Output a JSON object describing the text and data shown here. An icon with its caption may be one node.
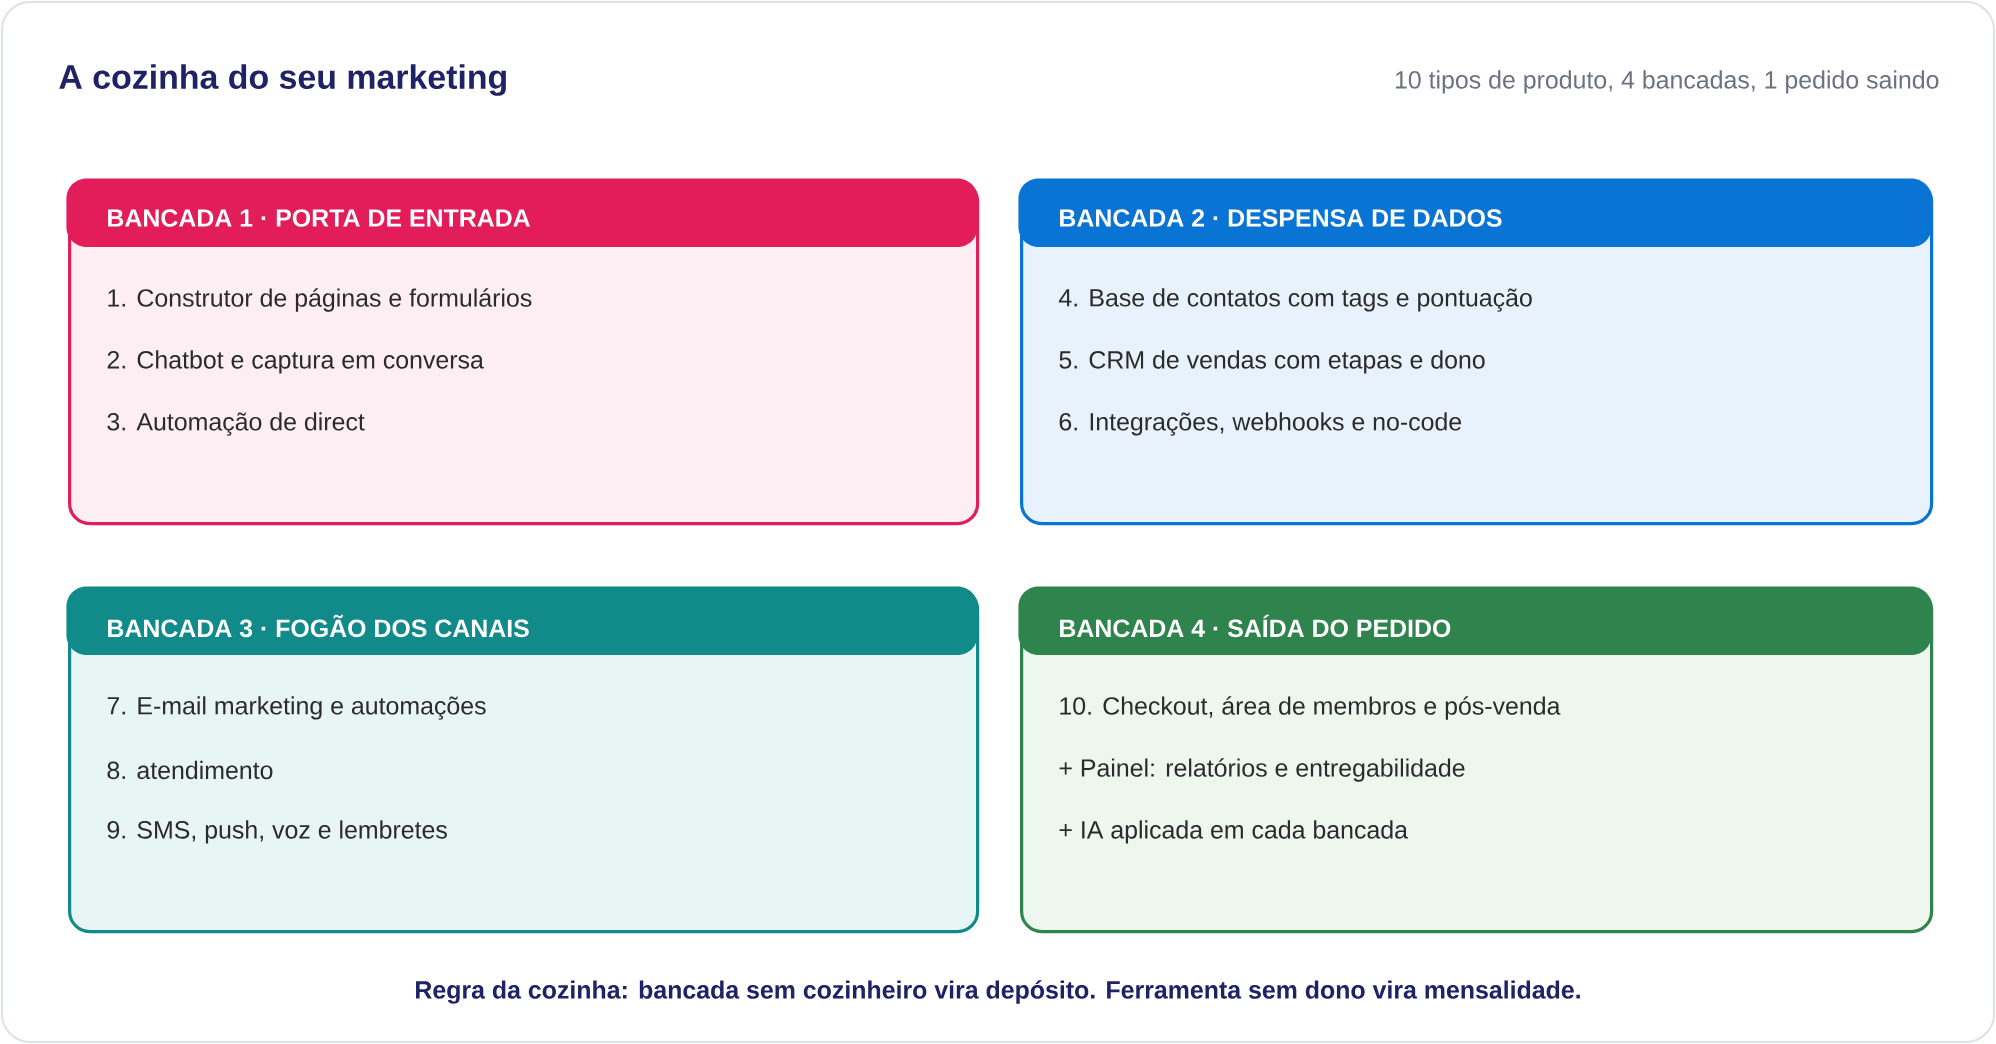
{
  "diagram": {
    "title": "A cozinha do seu marketing",
    "caption": "Regra da cozinha: bancada sem cozinheiro vira depósito. Ferramenta sem dono vira mensalidade.",
    "nodes": [
      {
        "text": [
          "BANCADA 1 · PORTA DE ENTRADA",
          "1. Construtor de páginas e formulários",
          "2. Chatbot e captura em conversa",
          "3. Automação de direct"
        ]
      },
      {
        "text": [
          "BANCADA 2 · DESPENSA DE DADOS",
          "4. Base de contatos com tags e pontuação",
          "5. CRM de vendas com etapas e dono",
          "6. Integrações, webhooks e no-code"
        ]
      },
      {
        "text": [
          "BANCADA 3 · FOGÃO DOS CANAIS",
          "7. E-mail marketing e automações",
          "8. atendimento",
          "9. SMS, push, voz e lembretes"
        ]
      },
      {
        "text": [
          "BANCADA 4 · SAÍDA DO PEDIDO",
          "10. Checkout, área de membros e pós-venda",
          "+ Painel: relatórios e entregabilidade",
          "+ IA aplicada em cada bancada"
        ]
      }
    ],
    "labels": [
      "10 tipos de produto, 4 bancadas, 1 pedido saindo"
    ]
  }
}
